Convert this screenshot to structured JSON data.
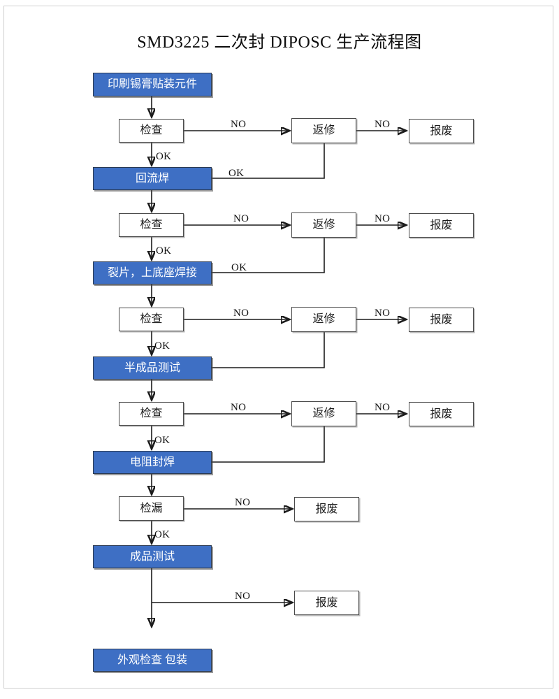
{
  "document": {
    "title": "SMD3225 二次封 DIPOSC 生产流程图",
    "page_border_color": "#cfcfcf",
    "background": "#ffffff"
  },
  "colors": {
    "process_fill": "#3E6FC4",
    "process_text": "#ffffff",
    "box_stroke": "#4a4a4a",
    "line_stroke": "#1c1c1c",
    "label_text": "#111111"
  },
  "labels": {
    "no": "NO",
    "ok": "OK"
  },
  "nodes": {
    "start_print": "印刷锡膏贴装元件",
    "inspect_1": "检查",
    "rework_1": "返修",
    "scrap_1": "报废",
    "reflow": "回流焊",
    "inspect_2": "检查",
    "rework_2": "返修",
    "scrap_2": "报废",
    "die_attach": "裂片，上底座焊接",
    "inspect_3": "检查",
    "rework_3": "返修",
    "scrap_3": "报废",
    "semi_test": "半成品测试",
    "inspect_4": "检查",
    "rework_4": "返修",
    "scrap_4": "报废",
    "resistance_seal": "电阻封焊",
    "leak_test": "检漏",
    "scrap_5": "报废",
    "final_test": "成品测试",
    "scrap_6": "报废",
    "appearance_pack": "外观检查 包装"
  },
  "edge_labels": {
    "inspect1_no": "NO",
    "rework1_no": "NO",
    "inspect1_ok": "OK",
    "rework1_ok": "OK",
    "inspect2_no": "NO",
    "rework2_no": "NO",
    "inspect2_ok": "OK",
    "rework2_ok": "OK",
    "inspect3_no": "NO",
    "rework3_no": "NO",
    "inspect3_ok": "OK",
    "inspect4_no": "NO",
    "rework4_no": "NO",
    "inspect4_ok": "OK",
    "leak_no": "NO",
    "leak_ok": "OK",
    "final_no": "NO"
  }
}
